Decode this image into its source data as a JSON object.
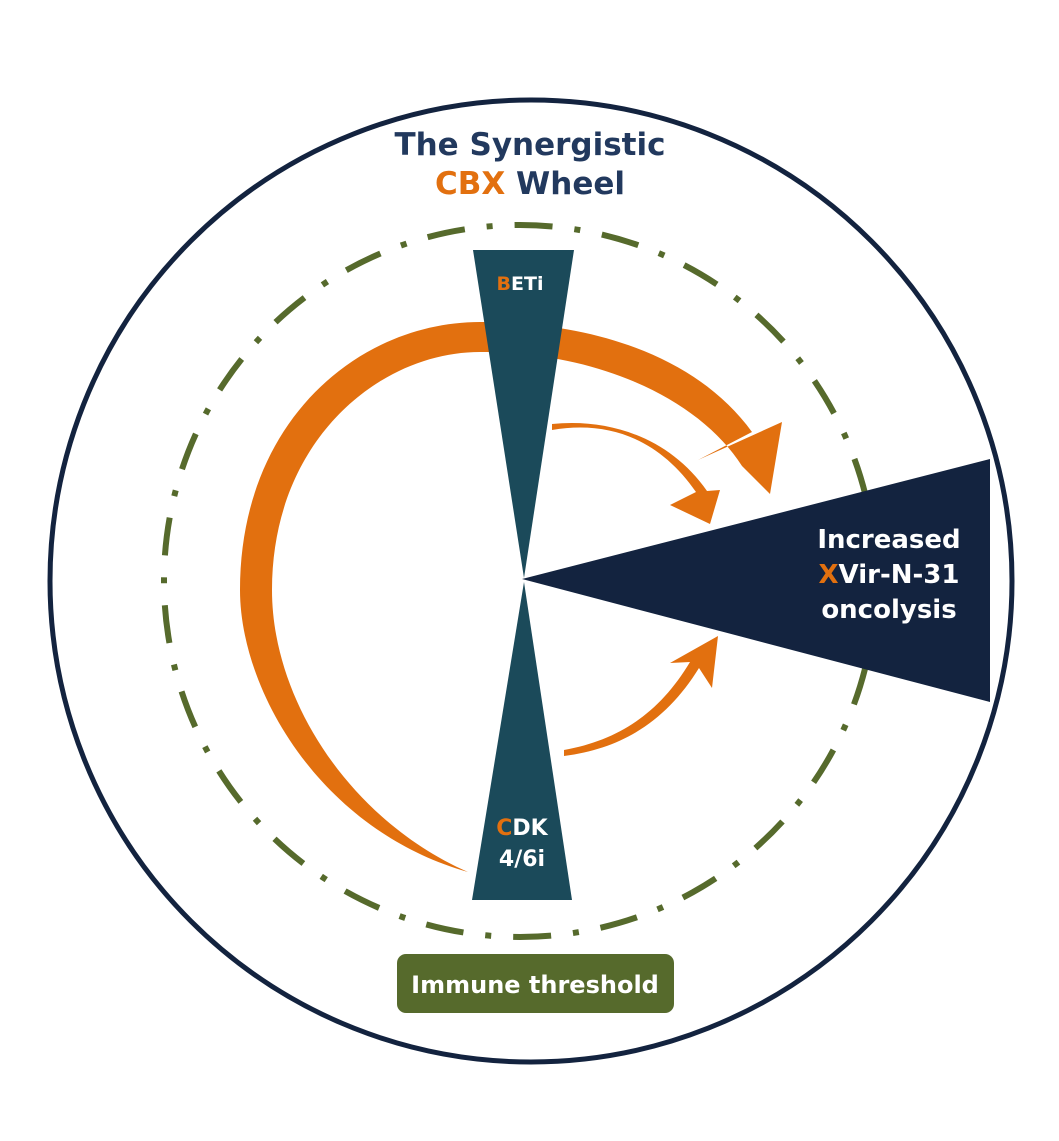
{
  "title": {
    "line1": "The Synergistic",
    "line2_highlight": "CBX",
    "line2_rest": " Wheel"
  },
  "wedges": {
    "top": {
      "initial": "B",
      "rest": "ETi"
    },
    "bottom": {
      "initial": "C",
      "rest": "DK",
      "line2": "4/6i"
    },
    "right": {
      "line1": "Increased",
      "line2_initial": "X",
      "line2_rest": "Vir-N-31",
      "line3": "oncolysis"
    }
  },
  "threshold_label": "Immune threshold",
  "colors": {
    "navy": "#13233f",
    "teal": "#1b4a5a",
    "orange": "#e2700f",
    "olive": "#566a2c",
    "title_navy": "#22395e",
    "white": "#ffffff"
  }
}
